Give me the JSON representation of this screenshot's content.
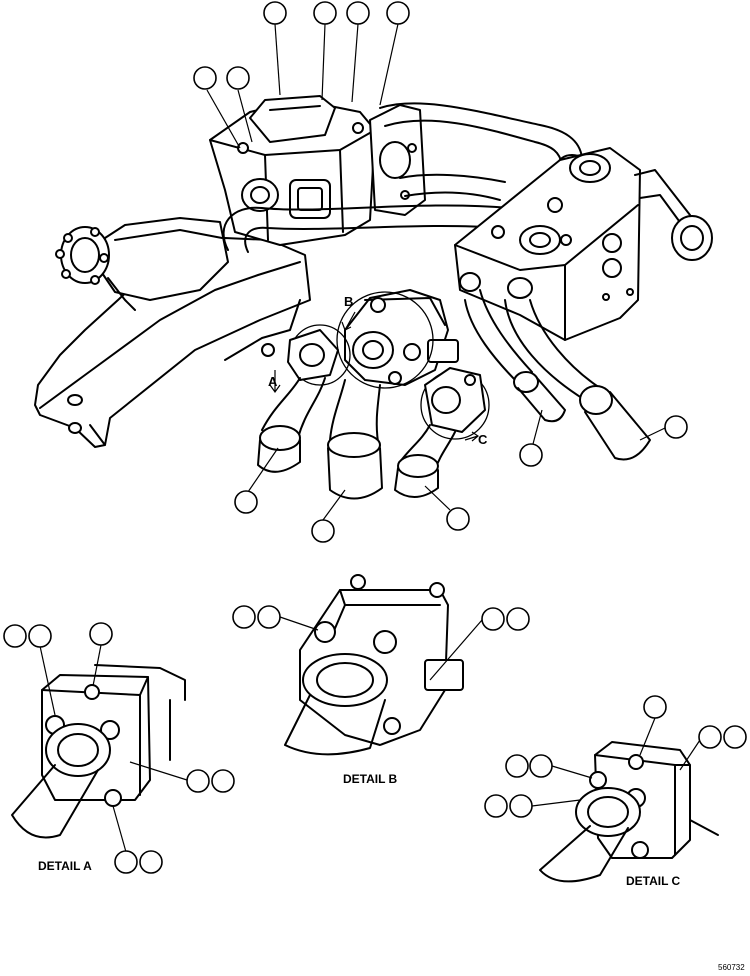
{
  "details": {
    "a": "DETAIL A",
    "b": "DETAIL B",
    "c": "DETAIL C"
  },
  "callouts": {
    "a": "A",
    "b": "B",
    "c": "C"
  },
  "figure_number": "560732"
}
